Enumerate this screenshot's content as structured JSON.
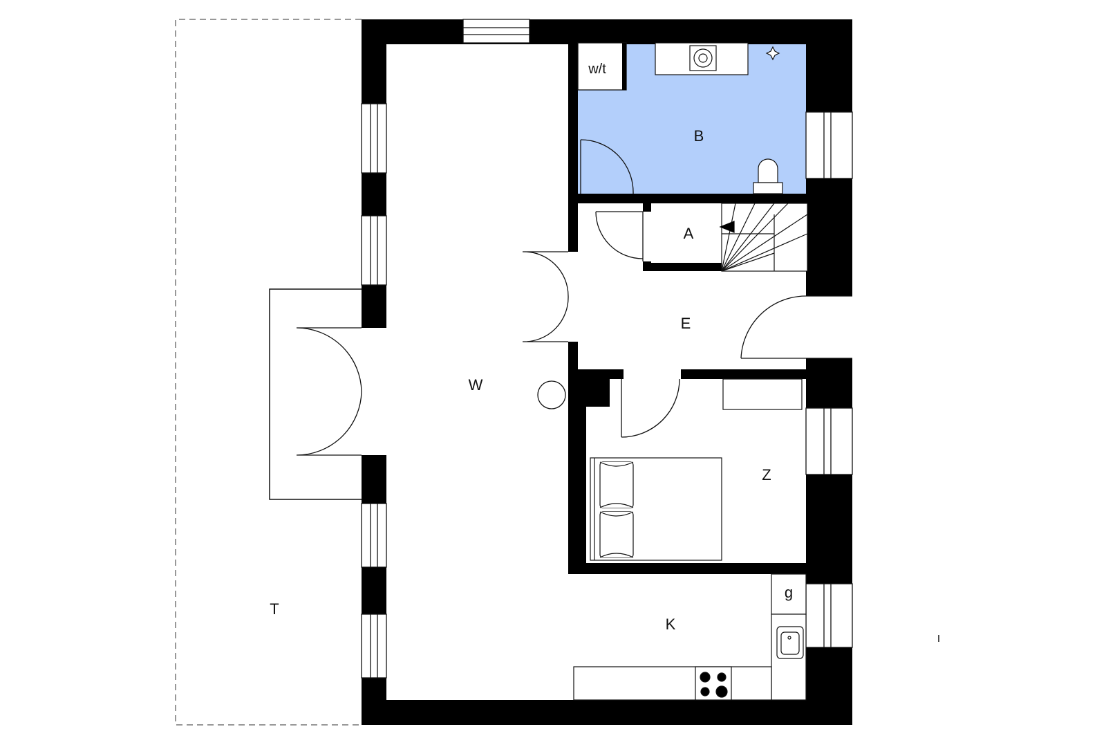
{
  "floor_plan": {
    "colors": {
      "wall": "#000000",
      "background": "#ffffff",
      "bathroom_fill": "#b3cffb",
      "line": "#111111",
      "terrace_outline": "#777777"
    },
    "rooms": {
      "terrace": "T",
      "living": "W",
      "bathroom": "B",
      "toilet": "w/t",
      "utility": "A",
      "entrance": "E",
      "bedroom": "Z",
      "kitchen": "K",
      "g_cabinet": "g"
    }
  }
}
